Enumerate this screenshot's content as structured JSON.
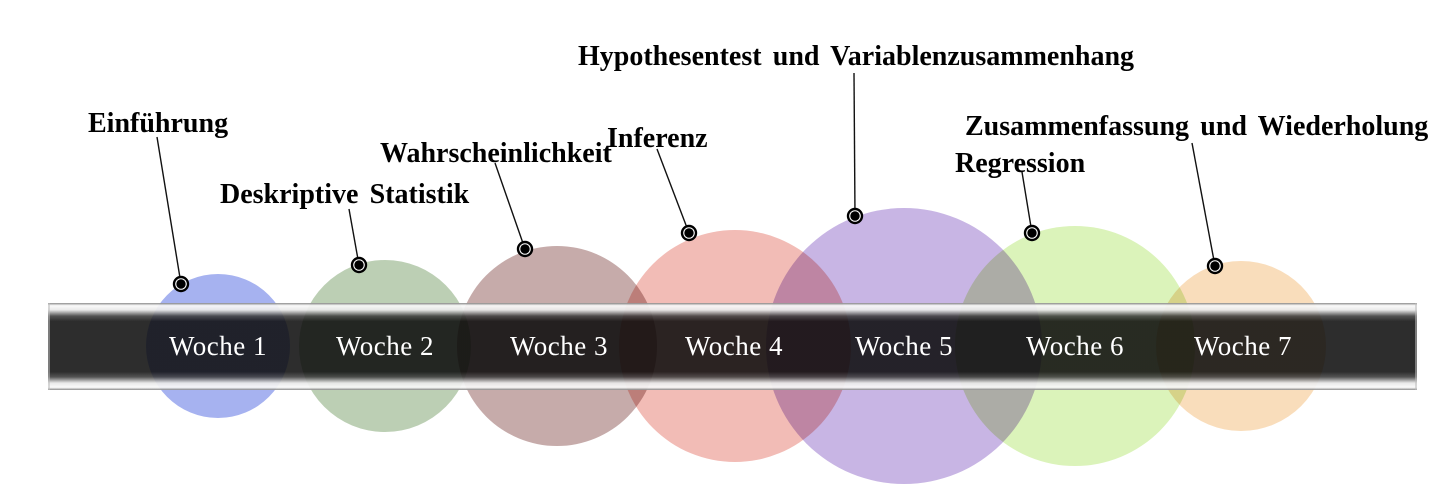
{
  "timeline": {
    "weeks": [
      {
        "week_label": "Woche 1",
        "topic": "Einführung",
        "color": "#a6b2f0"
      },
      {
        "week_label": "Woche 2",
        "topic": "Deskriptive Statistik",
        "color": "#bccfb4"
      },
      {
        "week_label": "Woche 3",
        "topic": "Wahrscheinlichkeit",
        "color": "#c6abaa"
      },
      {
        "week_label": "Woche 4",
        "topic": "Inferenz",
        "color": "#f2bcb6"
      },
      {
        "week_label": "Woche 5",
        "topic": "Hypothesentest und Variablenzusammenhang",
        "color": "#c8b5e4"
      },
      {
        "week_label": "Woche 6",
        "topic": "Regression",
        "color": "#dbf3ba"
      },
      {
        "week_label": "Woche 7",
        "topic": "Zusammenfassung und Wiederholung",
        "color": "#f9ddbb"
      }
    ],
    "bar": {
      "text_color": "#ffffff",
      "core_color": "#0f0f0f"
    },
    "marker": {
      "dot_fill": "#000000",
      "ring_fill": "#ffffff",
      "line_color": "#111111"
    }
  }
}
